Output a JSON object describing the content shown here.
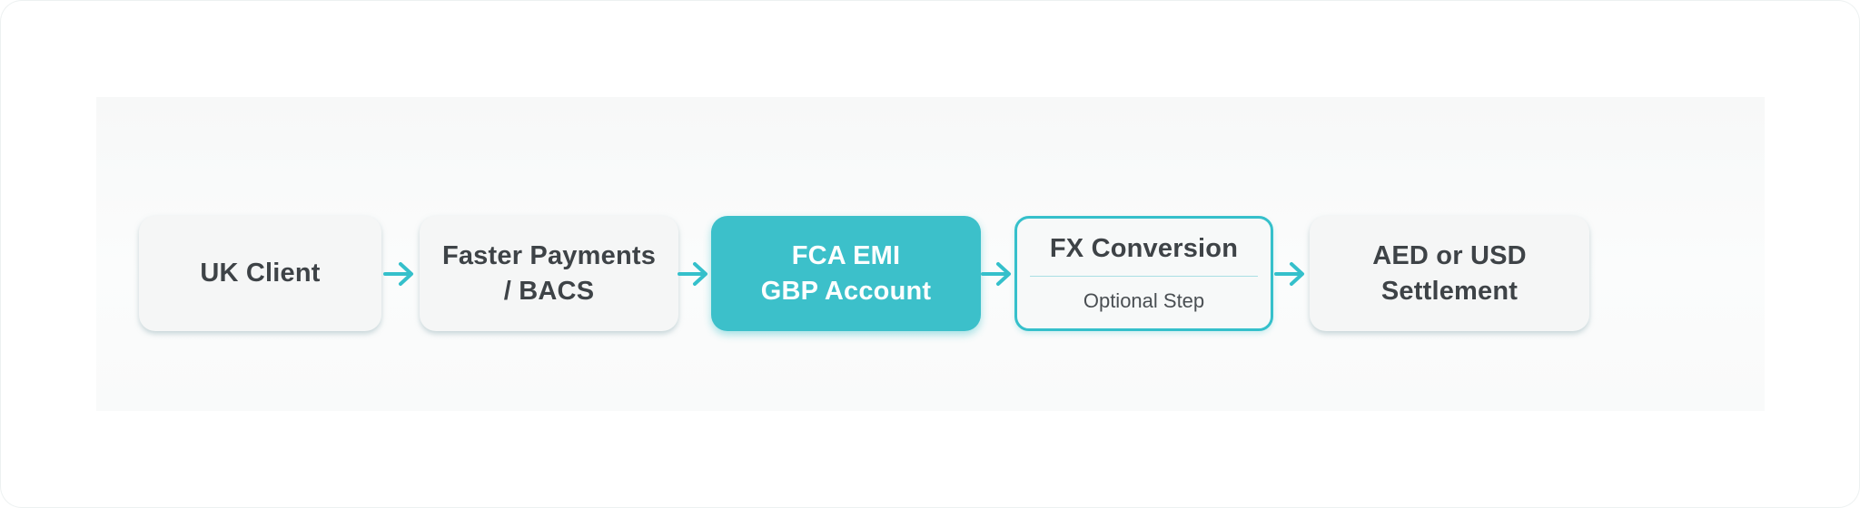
{
  "diagram": {
    "nodes": [
      {
        "id": "uk-client",
        "line1": "UK Client",
        "variant": "default"
      },
      {
        "id": "faster-payments-bacs",
        "line1": "Faster Payments",
        "line2": "/ BACS",
        "variant": "default"
      },
      {
        "id": "fca-emi-gbp-account",
        "line1": "FCA EMI",
        "line2": "GBP Account",
        "variant": "filled"
      },
      {
        "id": "fx-conversion",
        "line1": "FX Conversion",
        "sub_label": "Optional Step",
        "variant": "outlined"
      },
      {
        "id": "aed-usd-settlement",
        "line1": "AED or USD",
        "line2": "Settlement",
        "variant": "default"
      }
    ],
    "edges": [
      {
        "from": "uk-client",
        "to": "faster-payments-bacs",
        "style": "arrow-right"
      },
      {
        "from": "faster-payments-bacs",
        "to": "fca-emi-gbp-account",
        "style": "arrow-right"
      },
      {
        "from": "fca-emi-gbp-account",
        "to": "fx-conversion",
        "style": "arrow-right"
      },
      {
        "from": "fx-conversion",
        "to": "aed-usd-settlement",
        "style": "arrow-right"
      }
    ],
    "colors": {
      "canvas_bg": "#ffffff",
      "panel_bg": "#f7f8f8",
      "node_bg": "#f5f6f6",
      "filled_node_bg": "#3cc0ca",
      "outlined_node_bg": "#f7f9f9",
      "accent_teal": "#35c0cb",
      "heading_text": "#3e4347",
      "sub_text": "#4a4f53",
      "divider": "#aadfe4"
    }
  }
}
